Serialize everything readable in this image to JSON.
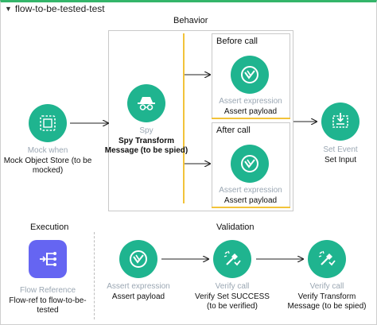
{
  "header": {
    "title": "flow-to-be-tested-test"
  },
  "sections": {
    "behavior": "Behavior",
    "execution": "Execution",
    "validation": "Validation"
  },
  "behavior": {
    "before_call": {
      "title": "Before call",
      "component": "Assert expression",
      "label": "Assert payload"
    },
    "after_call": {
      "title": "After call",
      "component": "Assert expression",
      "label": "Assert payload"
    },
    "spy": {
      "component": "Spy",
      "label": "Spy Transform Message (to be spied)"
    }
  },
  "mock": {
    "component": "Mock when",
    "label": "Mock Object Store (to be mocked)"
  },
  "set_event": {
    "component": "Set Event",
    "label": "Set Input"
  },
  "execution": {
    "component": "Flow Reference",
    "label": "Flow-ref to flow-to-be-tested"
  },
  "validation": [
    {
      "component": "Assert expression",
      "label": "Assert payload"
    },
    {
      "component": "Verify call",
      "label": "Verify Set SUCCESS (to be verified)"
    },
    {
      "component": "Verify call",
      "label": "Verify Transform Message (to be spied)"
    }
  ],
  "colors": {
    "accent": "#1fb48f",
    "flow_ref": "#6565f2",
    "scope_bar": "#f2c33a",
    "frame_top": "#34b56a"
  }
}
